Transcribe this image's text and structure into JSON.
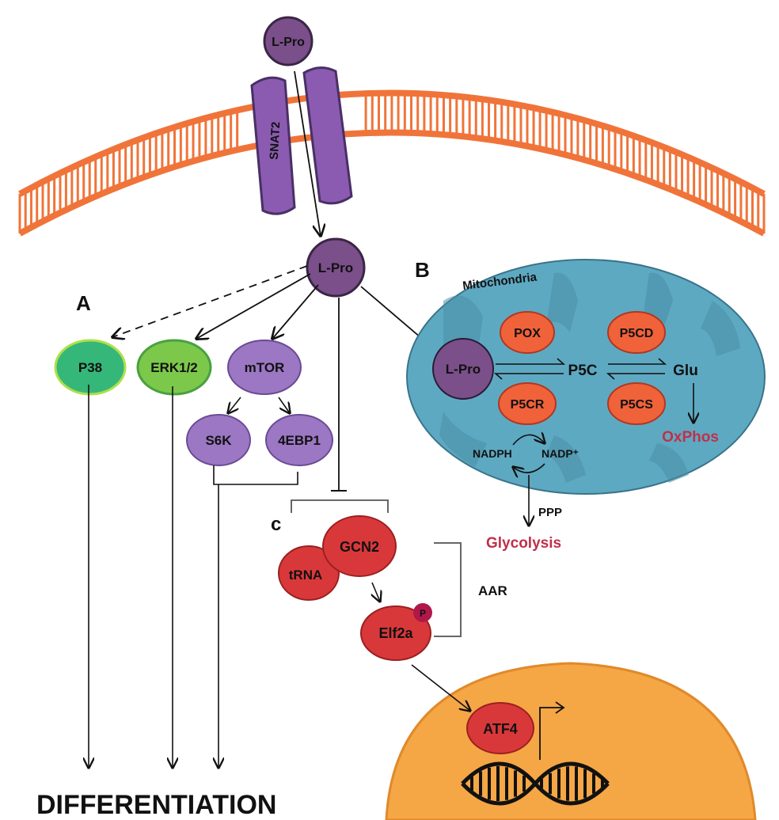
{
  "colors": {
    "membrane": "#f0743a",
    "transporter": "#8a5bb0",
    "proline": "#7a4f8a",
    "mito": "#5ea9c2",
    "mito_inner": "#4a8ea8",
    "enzyme": "#f0623a",
    "protein_red": "#d9383a",
    "nucleus": "#f5a645",
    "p38": "#35b779",
    "erk": "#7cc84a",
    "mtor": "#9b77c4",
    "label_red": "#c0304a"
  },
  "transporter": {
    "label": "SNAT2"
  },
  "proline": {
    "outer": "L-Pro",
    "inner": "L-Pro",
    "mito": "L-Pro"
  },
  "section_labels": {
    "a": "A",
    "b": "B",
    "c": "c"
  },
  "branch_a": {
    "p38": "P38",
    "erk": "ERK1/2",
    "mtor": "mTOR",
    "s6k": "S6K",
    "ebp1": "4EBP1",
    "outcome": "DIFFERENTIATION"
  },
  "mitochondria": {
    "title": "Mitochondria",
    "pox": "POX",
    "p5cd": "P5CD",
    "p5cr": "P5CR",
    "p5cs": "P5CS",
    "p5c": "P5C",
    "glu": "Glu",
    "oxphos": "OxPhos",
    "nadph": "NADPH",
    "nadp": "NADP⁺"
  },
  "ppp": {
    "label": "PPP",
    "glycolysis": "Glycolysis"
  },
  "branch_c": {
    "gcn2": "GCN2",
    "trna": "tRNA",
    "elf2a": "Elf2a",
    "phospho": "P",
    "aar": "AAR",
    "atf4": "ATF4"
  }
}
